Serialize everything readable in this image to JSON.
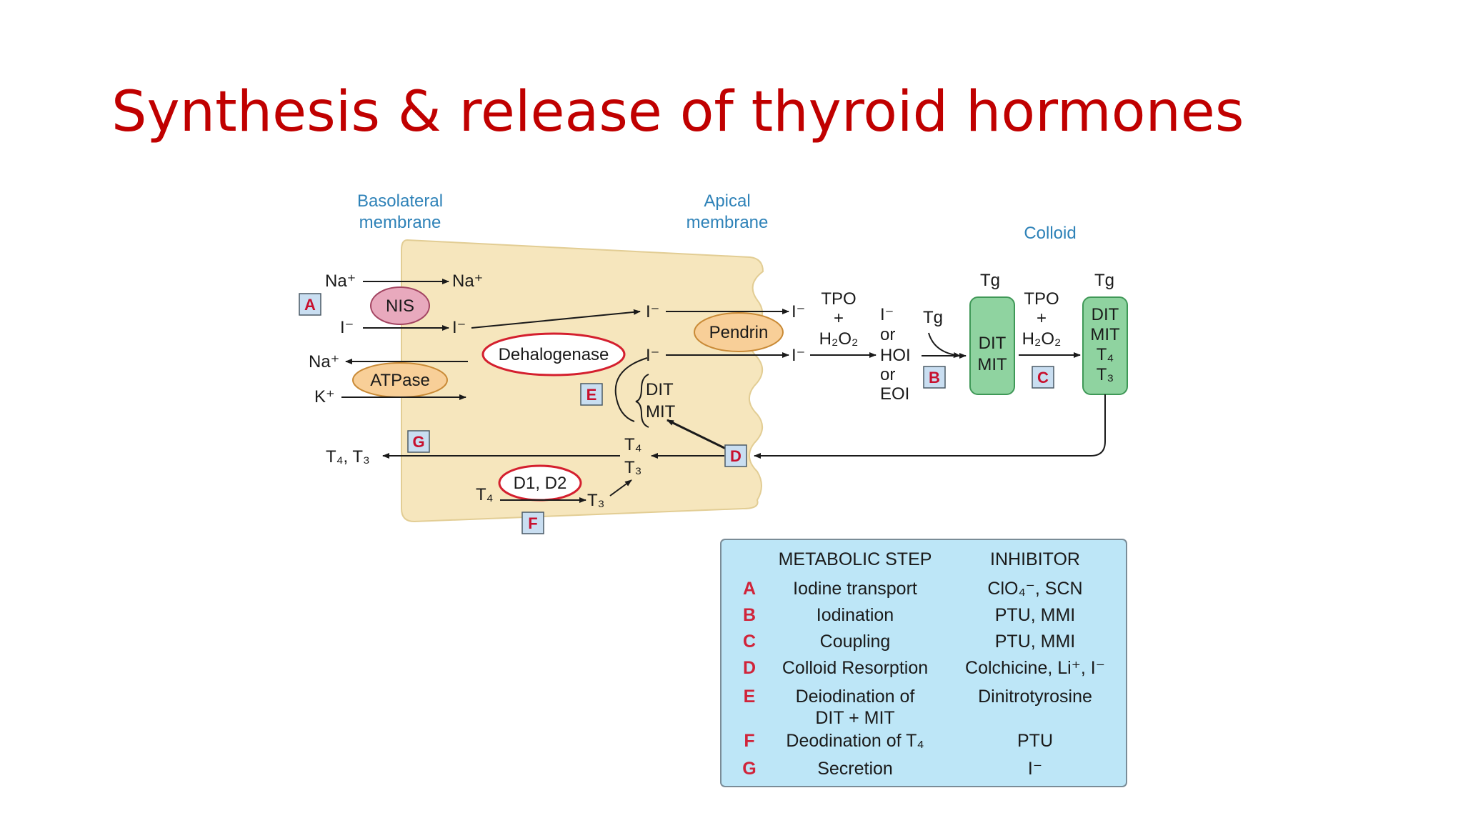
{
  "slide": {
    "title": "Synthesis & release of thyroid hormones"
  },
  "labels": {
    "basolateral_1": "Basolateral",
    "basolateral_2": "membrane",
    "apical_1": "Apical",
    "apical_2": "membrane",
    "colloid": "Colloid",
    "na_plus": "Na⁺",
    "k_plus": "K⁺",
    "iodide": "I⁻",
    "nis": "NIS",
    "atpase": "ATPase",
    "dehalogenase": "Dehalogenase",
    "pendrin": "Pendrin",
    "tpo": "TPO",
    "plus": "+",
    "h2o2": "H₂O₂",
    "or": "or",
    "hoi": "HOI",
    "eoi": "EOI",
    "tg": "Tg",
    "dit": "DIT",
    "mit": "MIT",
    "t4": "T₄",
    "t3": "T₃",
    "t4_t3": "T₄, T₃",
    "d1_d2": "D1, D2"
  },
  "step_letters": [
    "A",
    "B",
    "C",
    "D",
    "E",
    "F",
    "G"
  ],
  "table": {
    "headers": [
      "METABOLIC STEP",
      "INHIBITOR"
    ],
    "rows": [
      {
        "letter": "A",
        "step": "Iodine transport",
        "step2": "",
        "inhibitor": "ClO₄⁻, SCN"
      },
      {
        "letter": "B",
        "step": "Iodination",
        "step2": "",
        "inhibitor": "PTU, MMI"
      },
      {
        "letter": "C",
        "step": "Coupling",
        "step2": "",
        "inhibitor": "PTU, MMI"
      },
      {
        "letter": "D",
        "step": "Colloid Resorption",
        "step2": "",
        "inhibitor": "Colchicine, Li⁺, I⁻"
      },
      {
        "letter": "E",
        "step": "Deiodination of",
        "step2": "DIT + MIT",
        "inhibitor": "Dinitrotyrosine"
      },
      {
        "letter": "F",
        "step": "Deodination of T₄",
        "step2": "",
        "inhibitor": "PTU"
      },
      {
        "letter": "G",
        "step": "Secretion",
        "step2": "",
        "inhibitor": "I⁻"
      }
    ]
  },
  "colors": {
    "title": "#c00000",
    "cell_fill": "#f6e6bd",
    "membrane_label": "#2e82b8",
    "table_fill": "#bde6f7",
    "step_box_fill": "#c9def1",
    "colloid_box_fill": "#8fd3a0",
    "enzyme_ring": "#d41f2e"
  }
}
